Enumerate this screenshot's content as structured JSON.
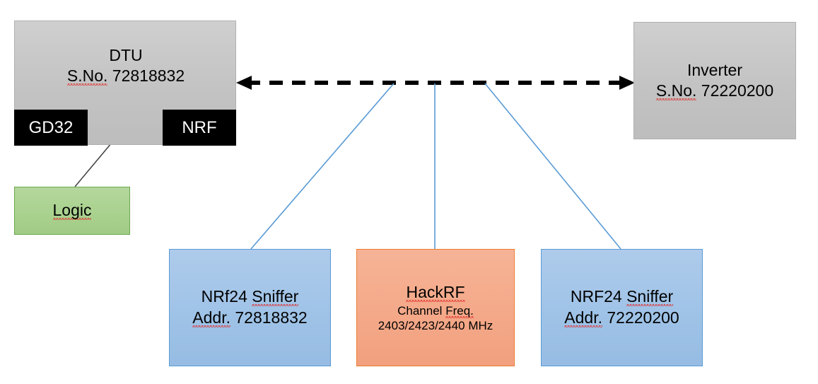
{
  "diagram": {
    "title": "RF sniffing setup block diagram",
    "colors": {
      "gray_fill": "#C3C3C3",
      "black_fill": "#000000",
      "green_fill": "#A9D18E",
      "green_border": "#6AA84F",
      "blue_fill": "#9FC3E7",
      "blue_border": "#5B9BD5",
      "orange_fill": "#F4A989",
      "orange_border": "#ED7D31",
      "wire_blue": "#5B9BD5",
      "wire_black": "#000000"
    },
    "nodes": {
      "dtu": {
        "line1": "DTU",
        "line2_prefix": "S.No.",
        "line2_value": "72818832"
      },
      "gd32": {
        "label": "GD32"
      },
      "nrf": {
        "label": "NRF"
      },
      "logic": {
        "label": "Logic"
      },
      "inverter": {
        "line1": "Inverter",
        "line2_prefix": "S.No.",
        "line2_value": "72220200"
      },
      "sniffer_left": {
        "line1": "NRf24 Sniffer",
        "line2_prefix": "Addr.",
        "line2_value": "72818832"
      },
      "hackrf": {
        "line1": "HackRF",
        "line2": "Channel Freq.",
        "line3": "2403/2423/2440 MHz"
      },
      "sniffer_right": {
        "line1": "NRF24 Sniffer",
        "line2_prefix": "Addr.",
        "line2_value": "72220200"
      }
    },
    "connectors": {
      "dtu_inverter": {
        "style": "dashed-double-arrow",
        "from": "dtu",
        "to": "inverter"
      },
      "gd32_nrf": {
        "style": "solid-double-arrow",
        "from": "gd32",
        "to": "nrf"
      },
      "logic_bus": {
        "style": "thin-solid",
        "from": "logic",
        "to": "gd32-nrf-bus"
      },
      "sniffer_left_link": {
        "style": "thin-blue",
        "from": "sniffer_left",
        "to": "rf-link"
      },
      "hackrf_link": {
        "style": "thin-blue",
        "from": "hackrf",
        "to": "rf-link"
      },
      "sniffer_right_link": {
        "style": "thin-blue",
        "from": "sniffer_right",
        "to": "rf-link"
      }
    }
  }
}
